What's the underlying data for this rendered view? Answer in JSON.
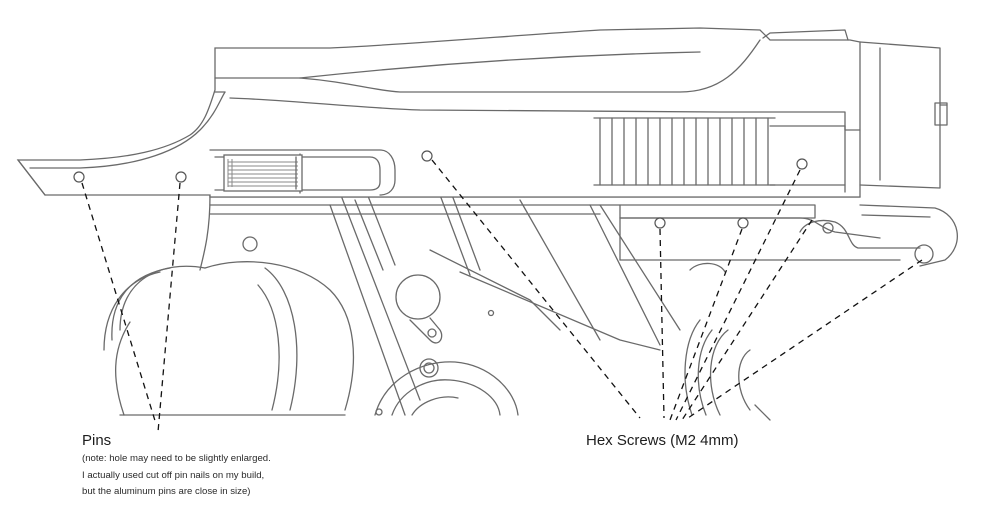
{
  "callouts": {
    "pins": {
      "title": "Pins",
      "note_lines": [
        "(note: hole may need to be slightly enlarged.",
        "I actually used cut off pin nails on my build,",
        "but the aluminum pins are close in size)"
      ]
    },
    "hex_screws": {
      "title": "Hex Screws (M2 4mm)"
    }
  },
  "colors": {
    "outline": "#6a6a6a",
    "leader": "#111111",
    "text": "#1e1e1e",
    "background": "#ffffff"
  }
}
